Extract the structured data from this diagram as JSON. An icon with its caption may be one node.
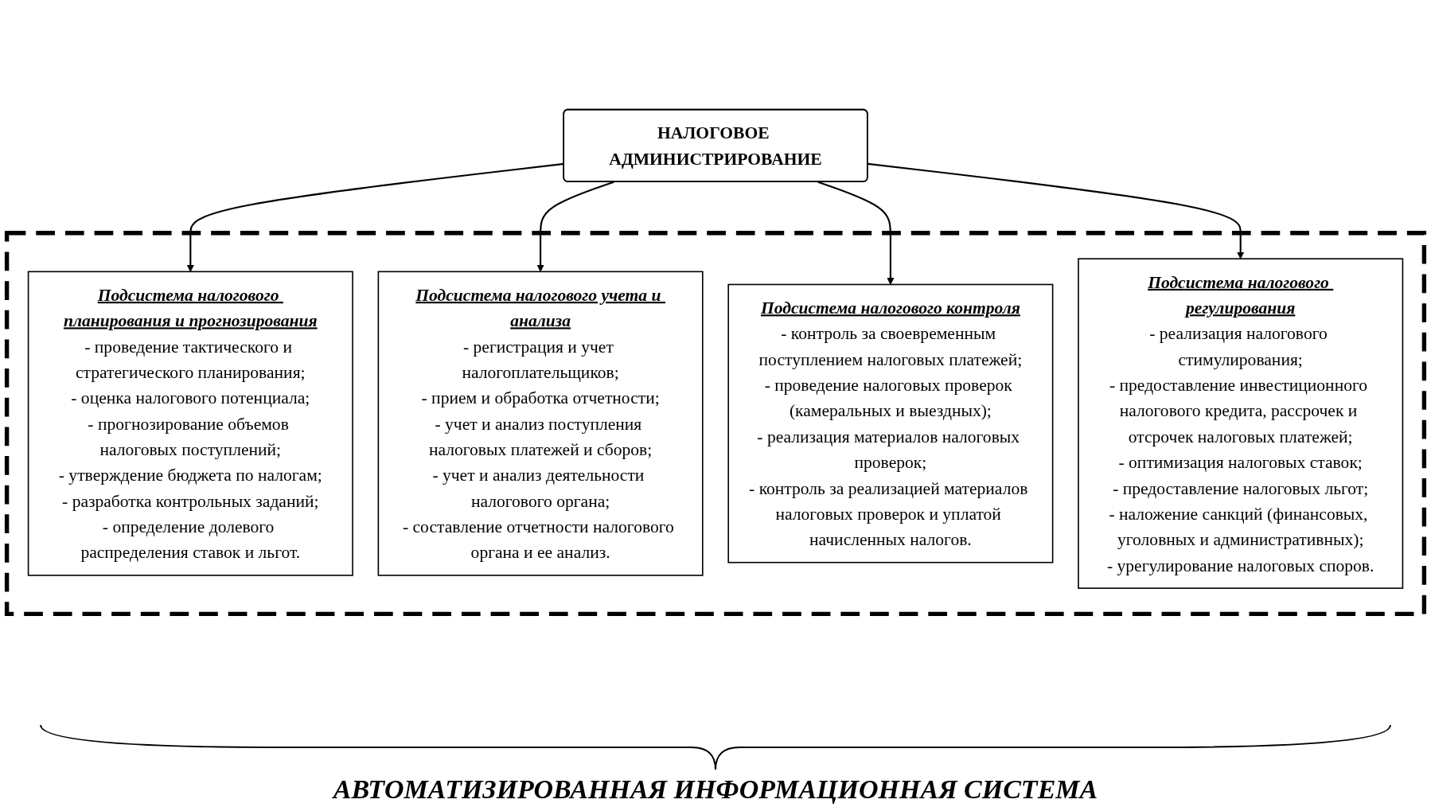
{
  "diagram": {
    "nodes": [
      {
        "text": [
          "НАЛОГОВОЕ АДМИНИСТРИРОВАНИЕ"
        ]
      },
      {
        "text": [],
        "shape": "box"
      },
      {
        "text": [
          "Подсистема налогового планирования и прогнозирования",
          "- проведение тактического и стратегического планирования;",
          "- оценка налогового потенциала;",
          "- прогнозирование объемов налоговых поступлений;",
          "- утверждение бюджета по налогам;",
          "- разработка контрольных заданий;",
          "- определение долевого распределения ставок и льгот."
        ],
        "in": 1
      },
      {
        "text": [
          "Подсистема налогового учета и анализа",
          "- регистрация и учет налогоплательщиков;",
          "- прием и обработка отчетности;",
          "- учет и анализ поступления налоговых платежей и сборов;",
          "- учет и анализ деятельности налогового органа;",
          "- составление отчетности налогового органа и ее анализ."
        ],
        "in": 1
      },
      {
        "text": [
          "Подсистема налогового контроля",
          "- контроль за своевременным поступлением налоговых платежей;",
          "- проведение налоговых проверок (камеральных и выездных);",
          "- реализация материалов налоговых проверок;",
          "- контроль за реализацией материалов налоговых проверок и уплатой начисленных налогов."
        ],
        "in": 1
      },
      {
        "text": [
          "Подсистема налогового регулирования",
          "- реализация налогового стимулирования;",
          "- предоставление инвестиционного налогового кредита, рассрочек и отсрочек налоговых платежей;",
          "- оптимизация налоговых ставок;",
          "- предоставление налоговых льгот;",
          "- наложение санкций (финансовых, уголовных и административных);",
          "- урегулирование налоговых споров."
        ],
        "in": 1
      }
    ],
    "edges": [
      {
        "from": 0,
        "to": 2,
        "arrow": "to"
      },
      {
        "from": 0,
        "to": 3,
        "arrow": "to"
      },
      {
        "from": 0,
        "to": 4,
        "arrow": "to"
      },
      {
        "from": 0,
        "to": 5,
        "arrow": "to"
      }
    ],
    "labels": [
      "АВТОМАТИЗИРОВАННАЯ ИНФОРМАЦИОННАЯ СИСТЕМА"
    ]
  }
}
